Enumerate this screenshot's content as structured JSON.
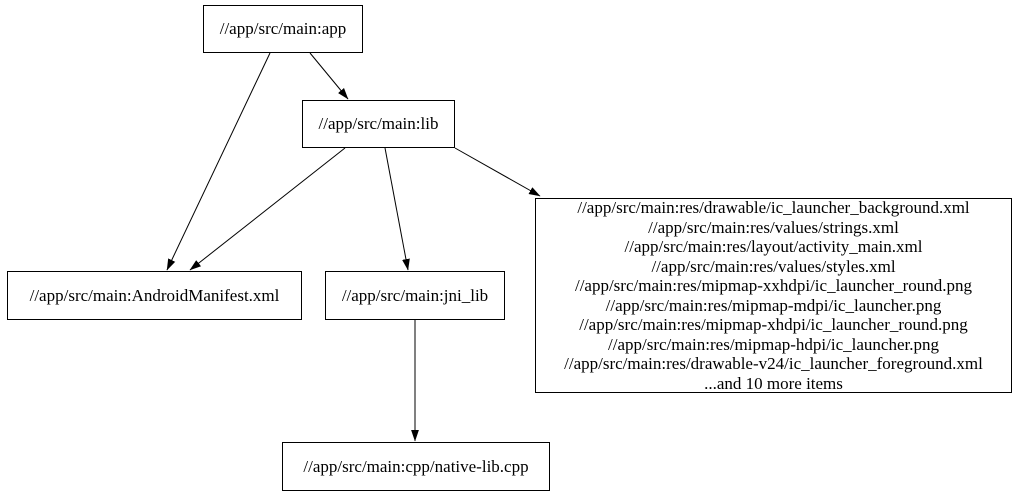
{
  "diagram": {
    "type": "dependency-graph",
    "background_color": "#ffffff",
    "node_fill_color": "#ffffff",
    "node_border_color": "#000000",
    "edge_color": "#000000",
    "text_color": "#000000",
    "nodes": {
      "app": {
        "label": "//app/src/main:app"
      },
      "lib": {
        "label": "//app/src/main:lib"
      },
      "android_manifest": {
        "label": "//app/src/main:AndroidManifest.xml"
      },
      "jni_lib": {
        "label": "//app/src/main:jni_lib"
      },
      "res_group": {
        "lines": [
          "//app/src/main:res/drawable/ic_launcher_background.xml",
          "//app/src/main:res/values/strings.xml",
          "//app/src/main:res/layout/activity_main.xml",
          "//app/src/main:res/values/styles.xml",
          "//app/src/main:res/mipmap-xxhdpi/ic_launcher_round.png",
          "//app/src/main:res/mipmap-mdpi/ic_launcher.png",
          "//app/src/main:res/mipmap-xhdpi/ic_launcher_round.png",
          "//app/src/main:res/mipmap-hdpi/ic_launcher.png",
          "//app/src/main:res/drawable-v24/ic_launcher_foreground.xml",
          "...and 10 more items"
        ]
      },
      "native_lib_cpp": {
        "label": "//app/src/main:cpp/native-lib.cpp"
      }
    },
    "edges": [
      {
        "from": "//app/src/main:app",
        "to": "//app/src/main:AndroidManifest.xml"
      },
      {
        "from": "//app/src/main:app",
        "to": "//app/src/main:lib"
      },
      {
        "from": "//app/src/main:lib",
        "to": "//app/src/main:AndroidManifest.xml"
      },
      {
        "from": "//app/src/main:lib",
        "to": "//app/src/main:jni_lib"
      },
      {
        "from": "//app/src/main:lib",
        "to": "res_group"
      },
      {
        "from": "//app/src/main:jni_lib",
        "to": "//app/src/main:cpp/native-lib.cpp"
      }
    ]
  }
}
